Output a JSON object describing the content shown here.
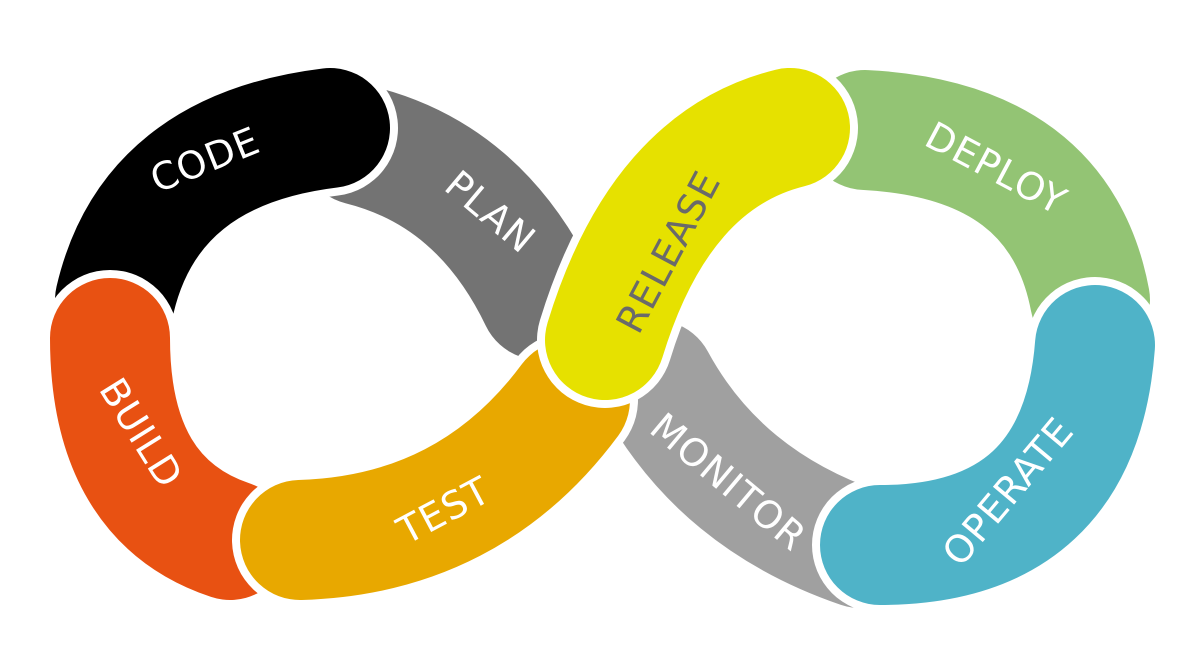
{
  "diagram": {
    "stages": [
      {
        "id": "code",
        "label": "CODE",
        "color": "#000000",
        "text_color": "#ffffff"
      },
      {
        "id": "plan",
        "label": "PLAN",
        "color": "#737373",
        "text_color": "#ffffff"
      },
      {
        "id": "release",
        "label": "RELEASE",
        "color": "#e6e100",
        "text_color": "#6a6a6a"
      },
      {
        "id": "deploy",
        "label": "DEPLOY",
        "color": "#93c474",
        "text_color": "#ffffff"
      },
      {
        "id": "operate",
        "label": "OPERATE",
        "color": "#4fb3c8",
        "text_color": "#ffffff"
      },
      {
        "id": "monitor",
        "label": "MONITOR",
        "color": "#a0a0a0",
        "text_color": "#ffffff"
      },
      {
        "id": "test",
        "label": "TEST",
        "color": "#e8a800",
        "text_color": "#ffffff"
      },
      {
        "id": "build",
        "label": "BUILD",
        "color": "#e85112",
        "text_color": "#ffffff"
      }
    ]
  }
}
